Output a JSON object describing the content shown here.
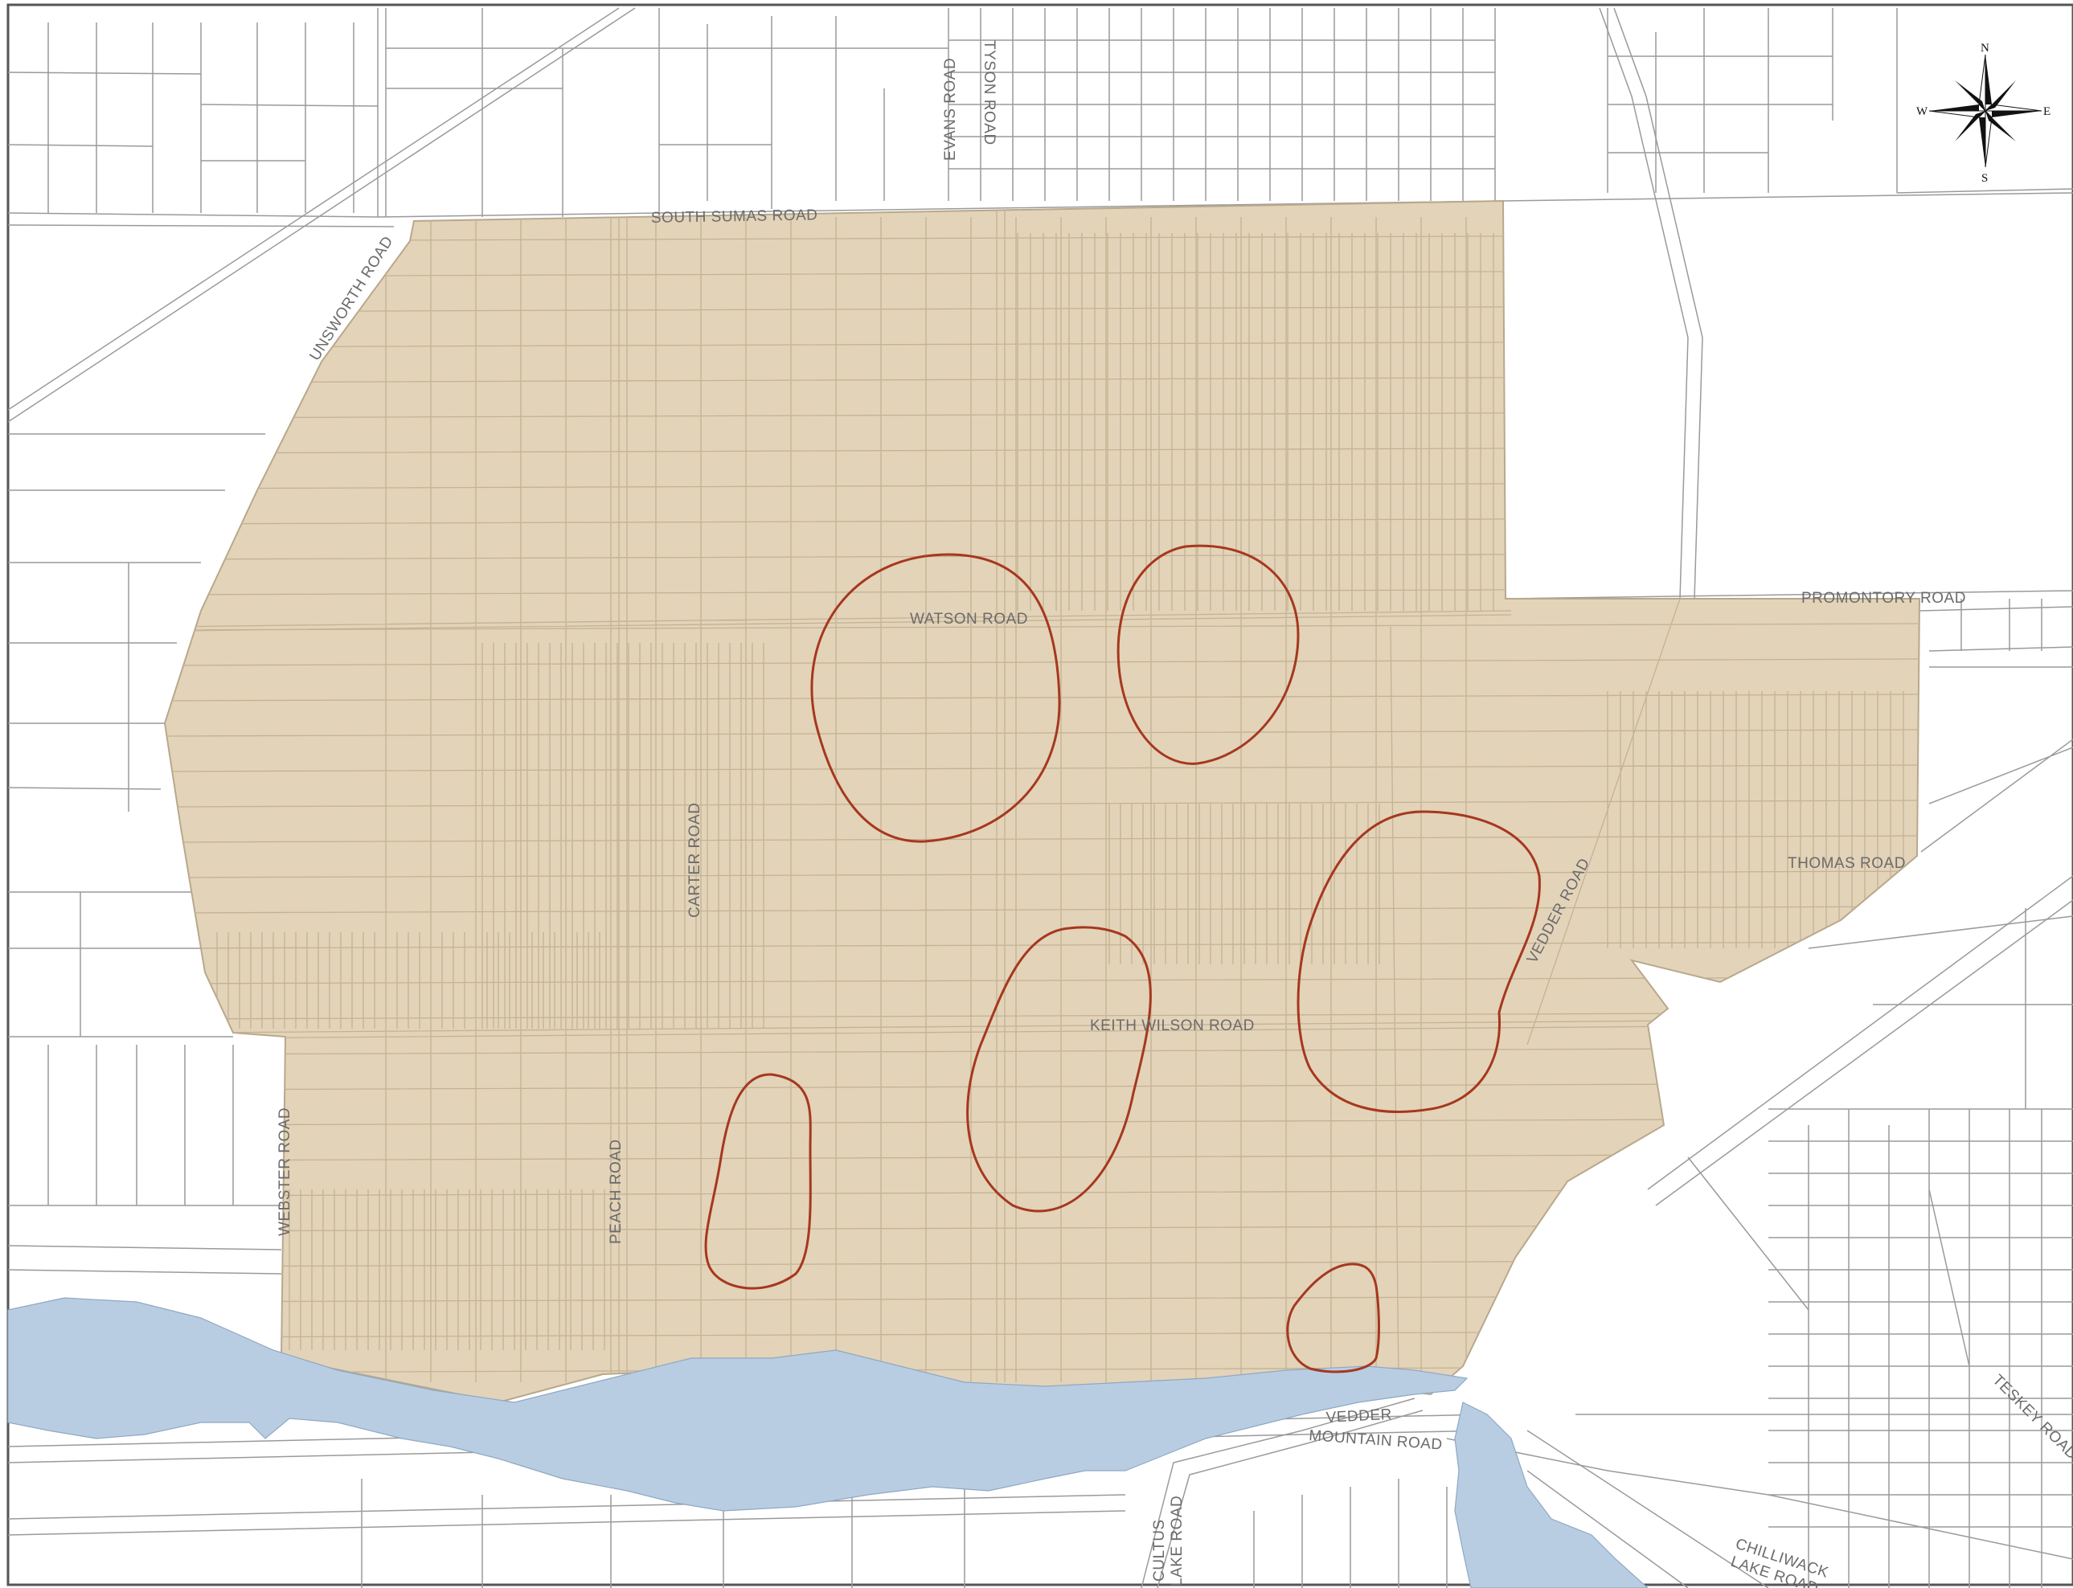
{
  "map": {
    "colors": {
      "background": "#ffffff",
      "parcel_line": "#9a9a9a",
      "study_area_fill": "#e3d3b8",
      "study_area_line": "#b8a88c",
      "water": "#b9cde2",
      "ellipse": "#a5381f",
      "label": "#6b6b6b"
    },
    "compass": {
      "n": "N",
      "s": "S",
      "e": "E",
      "w": "W"
    },
    "roads": {
      "south_sumas": "SOUTH SUMAS ROAD",
      "unsworth": "UNSWORTH ROAD",
      "evans": "EVANS ROAD",
      "tyson": "TYSON ROAD",
      "watson": "WATSON ROAD",
      "promontory": "PROMONTORY ROAD",
      "carter": "CARTER ROAD",
      "thomas": "THOMAS ROAD",
      "vedder": "VEDDER ROAD",
      "keith_wilson": "KEITH WILSON ROAD",
      "webster": "WEBSTER ROAD",
      "peach": "PEACH ROAD",
      "vedder_mountain_1": "VEDDER",
      "vedder_mountain_2": "MOUNTAIN ROAD",
      "cultus_1": "CULTUS",
      "cultus_2": "LAKE ROAD",
      "chilliwack_1": "CHILLIWACK",
      "chilliwack_2": "LAKE ROAD",
      "teskey": "TESKEY ROAD"
    },
    "ellipse_count": 6
  }
}
